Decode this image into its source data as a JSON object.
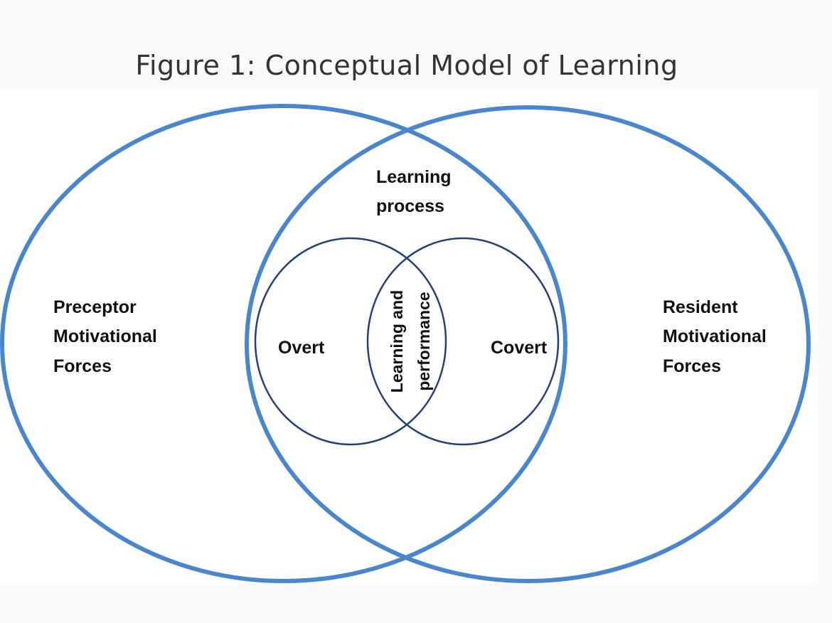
{
  "title": "Figure 1: Conceptual Model of Learning",
  "colors": {
    "outer_stroke": "#4a86cc",
    "inner_stroke": "#253f7a",
    "text": "#111111",
    "title_text": "#333333"
  },
  "regions": {
    "left_outer": {
      "label_lines": [
        "Preceptor",
        "Motivational",
        "Forces"
      ]
    },
    "right_outer": {
      "label_lines": [
        "Resident",
        "Motivational",
        "Forces"
      ]
    },
    "outer_overlap": {
      "label_lines": [
        "Learning",
        "process"
      ]
    },
    "inner_left": {
      "label": "Overt"
    },
    "inner_right": {
      "label": "Covert"
    },
    "inner_overlap": {
      "label_lines": [
        "Learning and",
        "performance"
      ]
    }
  }
}
